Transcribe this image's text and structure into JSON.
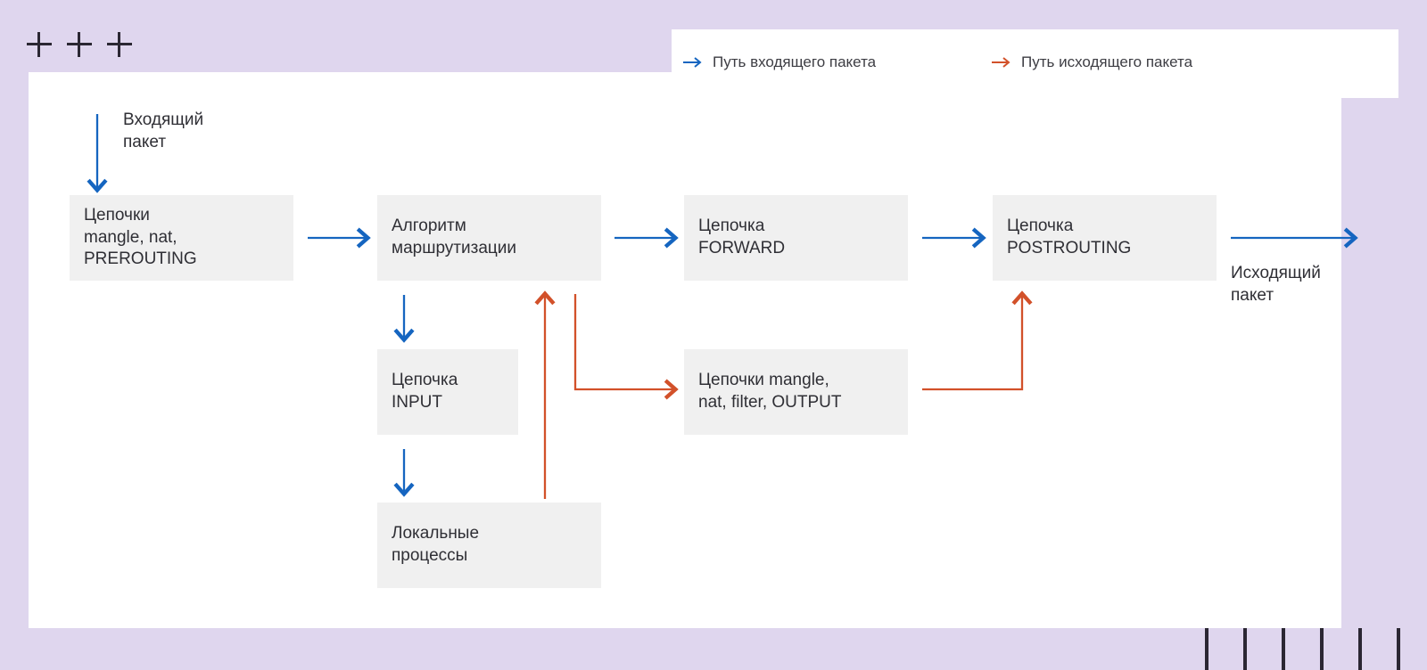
{
  "canvas": {
    "background_color": "#dfd6ee",
    "panel_color": "#ffffff",
    "node_fill": "#f0f0f0",
    "incoming_color": "#1565c0",
    "outgoing_color": "#d2512a",
    "text_color": "#2f2f35"
  },
  "decor": {
    "plus_marks": [
      "+",
      "+",
      "+"
    ],
    "tick_marks_count": 6
  },
  "legend": {
    "items": [
      {
        "id": "incoming",
        "label": "Путь входящего пакета",
        "icon": "arrow-right-icon",
        "color": "#1565c0"
      },
      {
        "id": "outgoing",
        "label": "Путь исходящего пакета",
        "icon": "arrow-right-icon",
        "color": "#d2512a"
      }
    ]
  },
  "diagram": {
    "labels": {
      "incoming_packet": "Входящий\nпакет",
      "outgoing_packet": "Исходящий\nпакет"
    },
    "nodes": [
      {
        "id": "prerouting",
        "text": "Цепочки\nmangle, nat,\nPREROUTING"
      },
      {
        "id": "routing",
        "text": "Алгоритм\nмаршрутизации"
      },
      {
        "id": "forward",
        "text": "Цепочка\nFORWARD"
      },
      {
        "id": "postrouting",
        "text": "Цепочка\nPOSTROUTING"
      },
      {
        "id": "input",
        "text": "Цепочка\nINPUT"
      },
      {
        "id": "output",
        "text": "Цепочки mangle,\nnat, filter, OUTPUT"
      },
      {
        "id": "local",
        "text": "Локальные\nпроцессы"
      }
    ],
    "edges": [
      {
        "id": "in-to-prerouting",
        "from": "incoming-packet",
        "to": "prerouting",
        "path": "incoming"
      },
      {
        "id": "prerouting-to-routing",
        "from": "prerouting",
        "to": "routing",
        "path": "incoming"
      },
      {
        "id": "routing-to-forward",
        "from": "routing",
        "to": "forward",
        "path": "incoming"
      },
      {
        "id": "forward-to-postrouting",
        "from": "forward",
        "to": "postrouting",
        "path": "incoming"
      },
      {
        "id": "postrouting-to-out",
        "from": "postrouting",
        "to": "outgoing-packet",
        "path": "incoming"
      },
      {
        "id": "routing-to-input",
        "from": "routing",
        "to": "input",
        "path": "incoming"
      },
      {
        "id": "input-to-local",
        "from": "input",
        "to": "local",
        "path": "incoming"
      },
      {
        "id": "local-to-routing",
        "from": "local",
        "to": "routing",
        "path": "outgoing"
      },
      {
        "id": "routing-to-output",
        "from": "routing",
        "to": "output",
        "path": "outgoing"
      },
      {
        "id": "output-to-postrouting",
        "from": "output",
        "to": "postrouting",
        "path": "outgoing"
      }
    ]
  }
}
